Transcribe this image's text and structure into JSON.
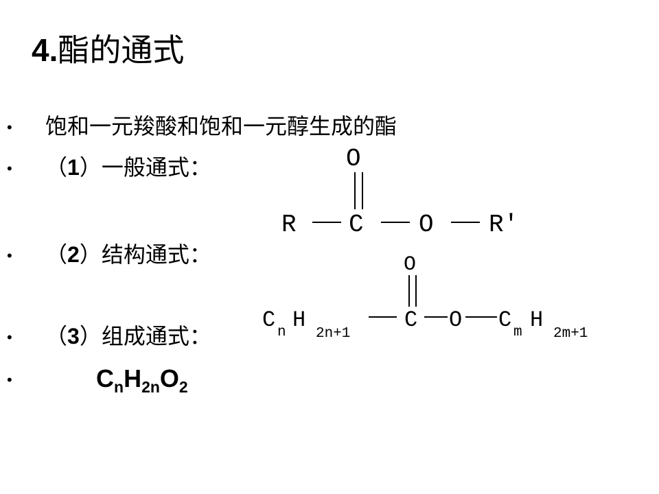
{
  "title": {
    "number": "4.",
    "text": "酯的通式"
  },
  "bullets": [
    {
      "text": "饱和一元羧酸和饱和一元醇生成的酯"
    },
    {
      "open": "（",
      "num": "1",
      "close": "）",
      "text": "一般通式："
    },
    {
      "open": "（",
      "num": "2",
      "close": "）",
      "text": "结构通式："
    },
    {
      "open": "（",
      "num": "3",
      "close": "）",
      "text": "组成通式："
    }
  ],
  "bullet_symbol": "•",
  "molecular_formula": {
    "c": "C",
    "n1": "n",
    "h": "H",
    "n2": "2n",
    "o": "O",
    "n3": "2"
  },
  "general_structure": {
    "r": "R",
    "c": "C",
    "o_chain": "O",
    "r_prime": "R'",
    "o_top": "O"
  },
  "detailed_structure": {
    "c1": "C",
    "n": "n",
    "h1": "H",
    "sub1": "2n+1",
    "c2": "C",
    "o_chain": "O",
    "c3": "C",
    "m": "m",
    "h2": "H",
    "sub2": "2m+1",
    "o_top": "O"
  }
}
